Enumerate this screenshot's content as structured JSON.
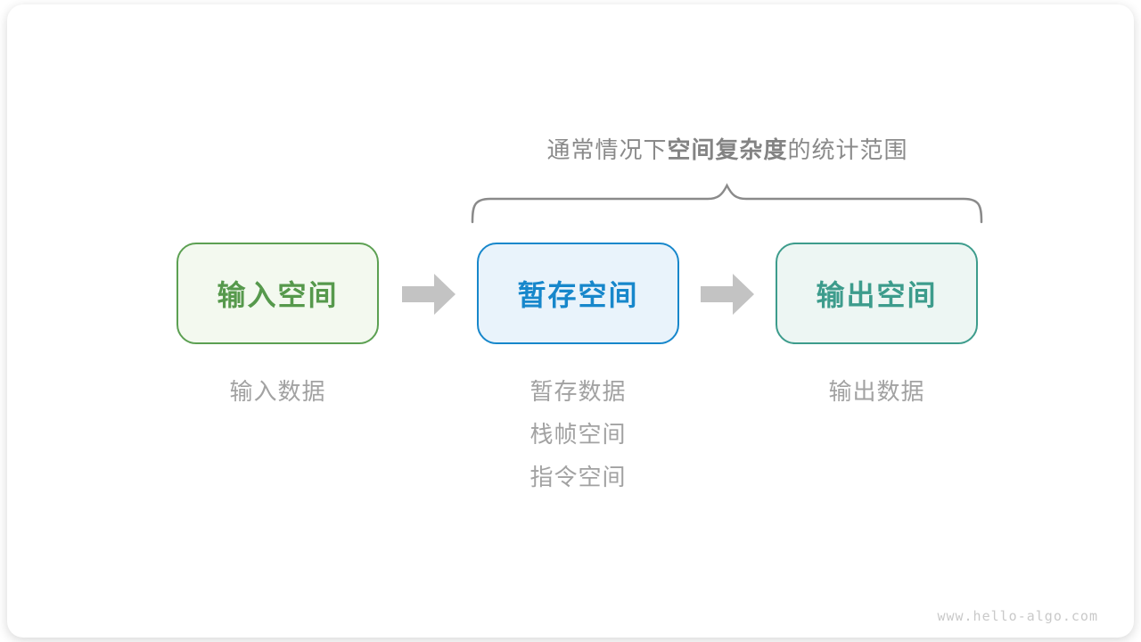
{
  "title": {
    "prefix": "通常情况下",
    "bold": "空间复杂度",
    "suffix": "的统计范围"
  },
  "boxes": [
    {
      "id": "input-space",
      "label": "输入空间",
      "border_color": "#5ca052",
      "bg_color": "#f3f9ef",
      "text_color": "#56994c"
    },
    {
      "id": "temp-space",
      "label": "暂存空间",
      "border_color": "#1787cb",
      "bg_color": "#e9f3fb",
      "text_color": "#1787cb"
    },
    {
      "id": "output-space",
      "label": "输出空间",
      "border_color": "#3d9c8c",
      "bg_color": "#edf6f3",
      "text_color": "#3d9c8c"
    }
  ],
  "sublabels": {
    "input": [
      "输入数据"
    ],
    "temp": [
      "暂存数据",
      "栈帧空间",
      "指令空间"
    ],
    "output": [
      "输出数据"
    ]
  },
  "icons": {
    "arrow_right": "block-arrow-right",
    "brace": "curly-brace-top"
  },
  "colors": {
    "arrow": "#c3c3c3",
    "brace": "#8a8a8a",
    "title_text": "#8a8a8a",
    "sublabel_text": "#a2a2a2",
    "watermark_text": "#c9c9c9",
    "card_bg": "#ffffff"
  },
  "watermark": "www.hello-algo.com"
}
